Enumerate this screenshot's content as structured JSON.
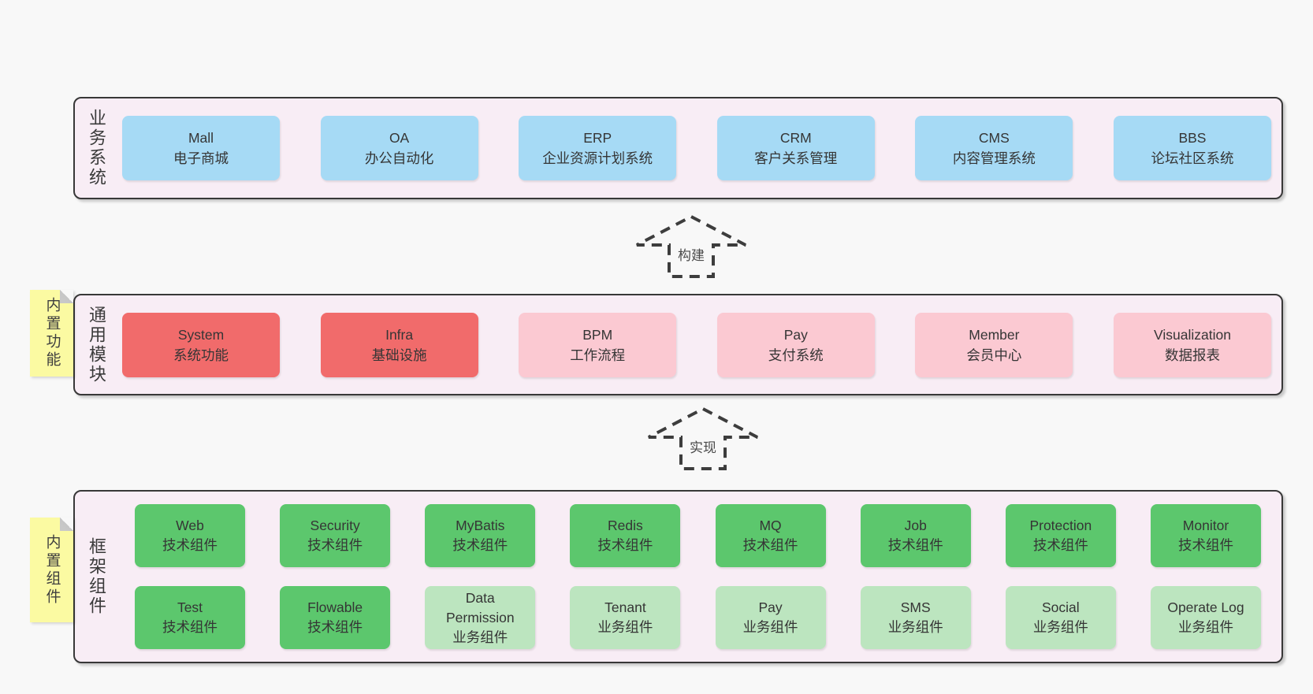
{
  "colors": {
    "page_background": "#f8f8f8",
    "panel_background": "#f8edf5",
    "panel_border": "#383838",
    "business_box_blue": "#a6daf5",
    "module_done_red": "#f16b6b",
    "module_planned_pink": "#fbc9d2",
    "tech_component_green": "#5cc76d",
    "biz_component_lightgreen": "#bce5bf",
    "sticky_note_yellow": "#fbfaa2",
    "note_fold_gray": "#c8c8c8",
    "text": "#3a3a3a"
  },
  "arrows": [
    {
      "label": "构建",
      "direction": "up"
    },
    {
      "label": "实现",
      "direction": "up"
    }
  ],
  "panels": {
    "business": {
      "side_label": "业务系统",
      "boxes": [
        {
          "name": "Mall",
          "sub": "电子商城"
        },
        {
          "name": "OA",
          "sub": "办公自动化"
        },
        {
          "name": "ERP",
          "sub": "企业资源计划系统"
        },
        {
          "name": "CRM",
          "sub": "客户关系管理"
        },
        {
          "name": "CMS",
          "sub": "内容管理系统"
        },
        {
          "name": "BBS",
          "sub": "论坛社区系统"
        }
      ]
    },
    "modules": {
      "side_label": "通用模块",
      "note": "内置功能",
      "boxes": [
        {
          "name": "System",
          "sub": "系统功能",
          "variant": "red"
        },
        {
          "name": "Infra",
          "sub": "基础设施",
          "variant": "red"
        },
        {
          "name": "BPM",
          "sub": "工作流程",
          "variant": "pink"
        },
        {
          "name": "Pay",
          "sub": "支付系统",
          "variant": "pink"
        },
        {
          "name": "Member",
          "sub": "会员中心",
          "variant": "pink"
        },
        {
          "name": "Visualization",
          "sub": "数据报表",
          "variant": "pink"
        }
      ]
    },
    "framework": {
      "side_label": "框架组件",
      "note": "内置组件",
      "rows": [
        [
          {
            "name": "Web",
            "sub": "技术组件",
            "variant": "green"
          },
          {
            "name": "Security",
            "sub": "技术组件",
            "variant": "green"
          },
          {
            "name": "MyBatis",
            "sub": "技术组件",
            "variant": "green"
          },
          {
            "name": "Redis",
            "sub": "技术组件",
            "variant": "green"
          },
          {
            "name": "MQ",
            "sub": "技术组件",
            "variant": "green"
          },
          {
            "name": "Job",
            "sub": "技术组件",
            "variant": "green"
          },
          {
            "name": "Protection",
            "sub": "技术组件",
            "variant": "green"
          },
          {
            "name": "Monitor",
            "sub": "技术组件",
            "variant": "green"
          }
        ],
        [
          {
            "name": "Test",
            "sub": "技术组件",
            "variant": "green"
          },
          {
            "name": "Flowable",
            "sub": "技术组件",
            "variant": "green"
          },
          {
            "name": "Data Permission",
            "sub": "业务组件",
            "variant": "lightgreen"
          },
          {
            "name": "Tenant",
            "sub": "业务组件",
            "variant": "lightgreen"
          },
          {
            "name": "Pay",
            "sub": "业务组件",
            "variant": "lightgreen"
          },
          {
            "name": "SMS",
            "sub": "业务组件",
            "variant": "lightgreen"
          },
          {
            "name": "Social",
            "sub": "业务组件",
            "variant": "lightgreen"
          },
          {
            "name": "Operate Log",
            "sub": "业务组件",
            "variant": "lightgreen"
          }
        ]
      ]
    }
  }
}
